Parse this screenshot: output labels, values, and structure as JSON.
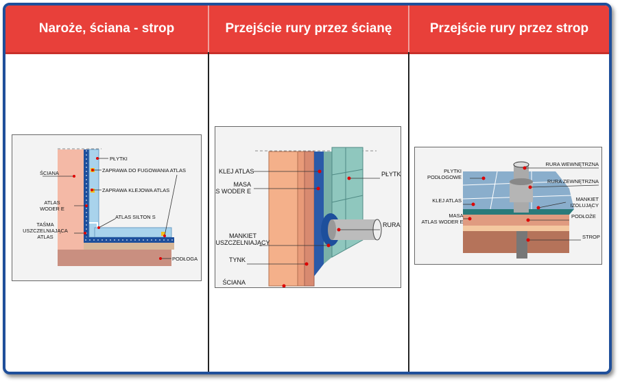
{
  "columns": [
    {
      "title": "Naroże, ściana - strop"
    },
    {
      "title": "Przejście rury przez ścianę"
    },
    {
      "title": "Przejście rury przez strop"
    }
  ],
  "diagram1": {
    "labels": {
      "plytki": "PŁYTKI",
      "fug": "ZAPRAWA DO FUGOWANIA ATLAS",
      "sciana": "ŚCIANA",
      "klej": "ZAPRAWA KLEJOWA ATLAS",
      "woder1": "ATLAS",
      "woder2": "WODER E",
      "silton": "ATLAS SILTON S",
      "tasma1": "TAŚMA",
      "tasma2": "USZCZELNIAJĄCA",
      "tasma3": "ATLAS",
      "podloga": "PODŁOGA"
    }
  },
  "diagram2": {
    "labels": {
      "klej": "KLEJ ATLAS",
      "masa1": "MASA",
      "masa2": "ATLAS WODER E",
      "plytki": "PŁYTKI",
      "rura": "RURA",
      "mank1": "MANKIET",
      "mank2": "USZCZELNIAJĄCY",
      "tynk": "TYNK",
      "sciana": "ŚCIANA"
    }
  },
  "diagram3": {
    "labels": {
      "rw": "RURA WEWNĘTRZNA",
      "plytki1": "PŁYTKI",
      "plytki2": "PODŁOGOWE",
      "rz": "RURA ZEWNĘTRZNA",
      "klej": "KLEJ ATLAS",
      "mank1": "MANKIET",
      "mank2": "IZOLUJĄCY",
      "masa1": "MASA",
      "masa2": "ATLAS WODER E",
      "podloze": "PODŁOŻE",
      "strop": "STROP"
    }
  }
}
